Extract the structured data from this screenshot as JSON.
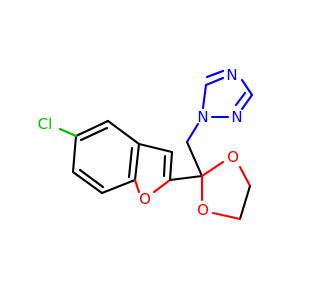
{
  "molecule": {
    "atoms": {
      "cl": "Cl",
      "o_furan": "O",
      "o_diox_top": "O",
      "o_diox_bottom": "O",
      "n_triazole_1": "N",
      "n_triazole_2": "N",
      "n_triazole_4": "N"
    },
    "colors": {
      "carbon": "#000000",
      "nitrogen": "#0000ff",
      "oxygen": "#ff0000",
      "chlorine": "#00c000"
    }
  }
}
